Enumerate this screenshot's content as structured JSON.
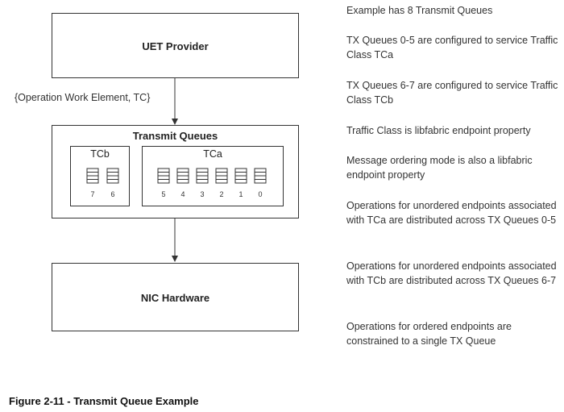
{
  "diagram": {
    "provider_label": "UET Provider",
    "edge_label": "{Operation Work Element, TC}",
    "transmit_queues_label": "Transmit Queues",
    "tcb_label": "TCb",
    "tca_label": "TCa",
    "tcb_queue_numbers": [
      "7",
      "6"
    ],
    "tca_queue_numbers": [
      "5",
      "4",
      "3",
      "2",
      "1",
      "0"
    ],
    "nic_label": "NIC Hardware"
  },
  "notes": [
    "Example has 8 Transmit Queues",
    "TX Queues 0-5 are configured to service Traffic Class TCa",
    "TX Queues 6-7 are configured to service Traffic Class TCb",
    "Traffic Class is libfabric endpoint property",
    "Message ordering mode is also a libfabric endpoint property",
    "Operations for unordered endpoints associated with TCa are distributed across TX Queues 0-5",
    "Operations for unordered endpoints associated with TCb are distributed across TX Queues 6-7",
    "Operations for ordered endpoints are constrained to a single TX Queue"
  ],
  "caption": "Figure 2-11 - Transmit Queue Example"
}
